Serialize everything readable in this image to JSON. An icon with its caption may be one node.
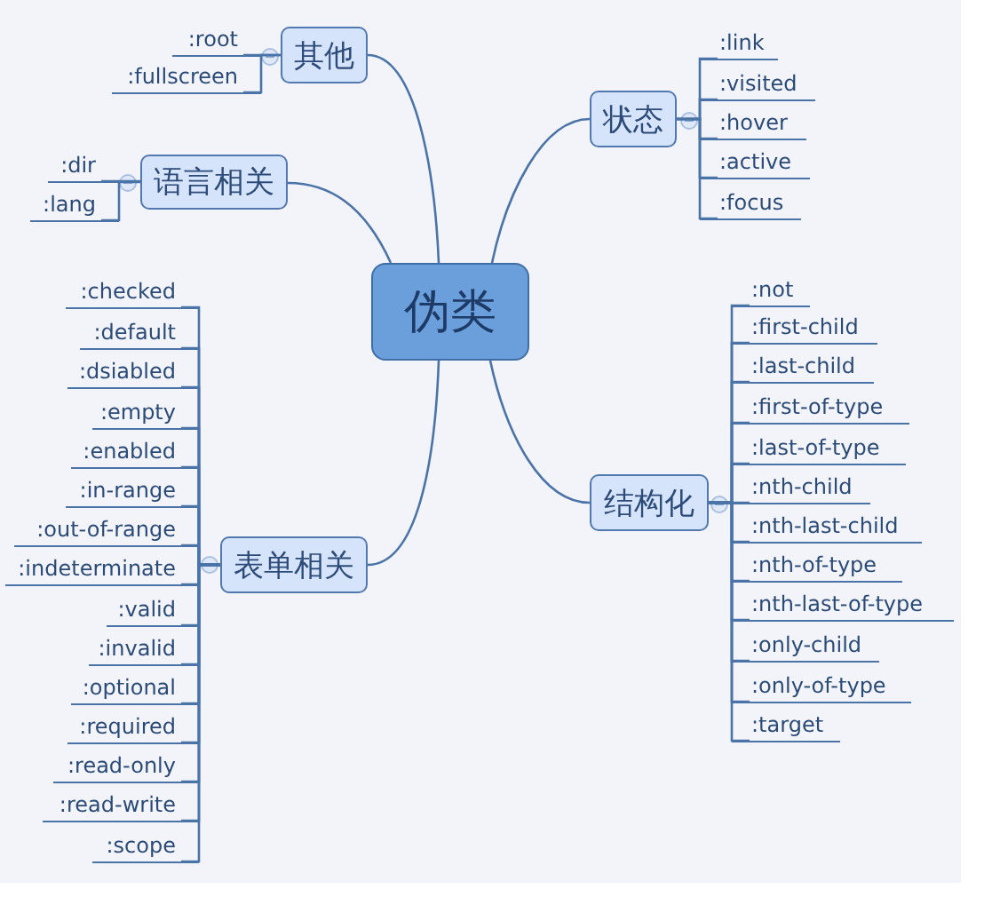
{
  "diagram": {
    "nodes": [
      {
        "text": [
          "伪类"
        ]
      },
      {
        "text": [
          "其他"
        ]
      },
      {
        "text": [
          ":root"
        ]
      },
      {
        "text": [
          ":fullscreen"
        ]
      },
      {
        "text": [
          "语言相关"
        ]
      },
      {
        "text": [
          ":dir"
        ]
      },
      {
        "text": [
          ":lang"
        ]
      },
      {
        "text": [
          "状态"
        ]
      },
      {
        "text": [
          ":link"
        ]
      },
      {
        "text": [
          ":visited"
        ]
      },
      {
        "text": [
          ":hover"
        ]
      },
      {
        "text": [
          ":active"
        ]
      },
      {
        "text": [
          ":focus"
        ]
      },
      {
        "text": [
          "表单相关"
        ]
      },
      {
        "text": [
          ":checked"
        ]
      },
      {
        "text": [
          ":default"
        ]
      },
      {
        "text": [
          ":dsiabled"
        ]
      },
      {
        "text": [
          ":empty"
        ]
      },
      {
        "text": [
          ":enabled"
        ]
      },
      {
        "text": [
          ":in-range"
        ]
      },
      {
        "text": [
          ":out-of-range"
        ]
      },
      {
        "text": [
          ":indeterminate"
        ]
      },
      {
        "text": [
          ":valid"
        ]
      },
      {
        "text": [
          ":invalid"
        ]
      },
      {
        "text": [
          ":optional"
        ]
      },
      {
        "text": [
          ":required"
        ]
      },
      {
        "text": [
          ":read-only"
        ]
      },
      {
        "text": [
          ":read-write"
        ]
      },
      {
        "text": [
          ":scope"
        ]
      },
      {
        "text": [
          "结构化"
        ]
      },
      {
        "text": [
          ":not"
        ]
      },
      {
        "text": [
          ":first-child"
        ]
      },
      {
        "text": [
          ":last-child"
        ]
      },
      {
        "text": [
          ":first-of-type"
        ]
      },
      {
        "text": [
          ":last-of-type"
        ]
      },
      {
        "text": [
          ":nth-child"
        ]
      },
      {
        "text": [
          ":nth-last-child"
        ]
      },
      {
        "text": [
          ":nth-of-type"
        ]
      },
      {
        "text": [
          ":nth-last-of-type"
        ]
      },
      {
        "text": [
          ":only-child"
        ]
      },
      {
        "text": [
          ":only-of-type"
        ]
      },
      {
        "text": [
          ":target"
        ]
      }
    ],
    "edges": [
      {
        "from": 0,
        "to": 1,
        "arrow": "none"
      },
      {
        "from": 1,
        "to": 2,
        "arrow": "none"
      },
      {
        "from": 1,
        "to": 3,
        "arrow": "none"
      },
      {
        "from": 0,
        "to": 4,
        "arrow": "none"
      },
      {
        "from": 4,
        "to": 5,
        "arrow": "none"
      },
      {
        "from": 4,
        "to": 6,
        "arrow": "none"
      },
      {
        "from": 0,
        "to": 7,
        "arrow": "none"
      },
      {
        "from": 7,
        "to": 8,
        "arrow": "none"
      },
      {
        "from": 7,
        "to": 9,
        "arrow": "none"
      },
      {
        "from": 7,
        "to": 10,
        "arrow": "none"
      },
      {
        "from": 7,
        "to": 11,
        "arrow": "none"
      },
      {
        "from": 7,
        "to": 12,
        "arrow": "none"
      },
      {
        "from": 0,
        "to": 13,
        "arrow": "none"
      },
      {
        "from": 13,
        "to": 14,
        "arrow": "none"
      },
      {
        "from": 13,
        "to": 15,
        "arrow": "none"
      },
      {
        "from": 13,
        "to": 16,
        "arrow": "none"
      },
      {
        "from": 13,
        "to": 17,
        "arrow": "none"
      },
      {
        "from": 13,
        "to": 18,
        "arrow": "none"
      },
      {
        "from": 13,
        "to": 19,
        "arrow": "none"
      },
      {
        "from": 13,
        "to": 20,
        "arrow": "none"
      },
      {
        "from": 13,
        "to": 21,
        "arrow": "none"
      },
      {
        "from": 13,
        "to": 22,
        "arrow": "none"
      },
      {
        "from": 13,
        "to": 23,
        "arrow": "none"
      },
      {
        "from": 13,
        "to": 24,
        "arrow": "none"
      },
      {
        "from": 13,
        "to": 25,
        "arrow": "none"
      },
      {
        "from": 13,
        "to": 26,
        "arrow": "none"
      },
      {
        "from": 13,
        "to": 27,
        "arrow": "none"
      },
      {
        "from": 13,
        "to": 28,
        "arrow": "none"
      },
      {
        "from": 0,
        "to": 29,
        "arrow": "none"
      },
      {
        "from": 29,
        "to": 30,
        "arrow": "none"
      },
      {
        "from": 29,
        "to": 31,
        "arrow": "none"
      },
      {
        "from": 29,
        "to": 32,
        "arrow": "none"
      },
      {
        "from": 29,
        "to": 33,
        "arrow": "none"
      },
      {
        "from": 29,
        "to": 34,
        "arrow": "none"
      },
      {
        "from": 29,
        "to": 35,
        "arrow": "none"
      },
      {
        "from": 29,
        "to": 36,
        "arrow": "none"
      },
      {
        "from": 29,
        "to": 37,
        "arrow": "none"
      },
      {
        "from": 29,
        "to": 38,
        "arrow": "none"
      },
      {
        "from": 29,
        "to": 39,
        "arrow": "none"
      },
      {
        "from": 29,
        "to": 40,
        "arrow": "none"
      },
      {
        "from": 29,
        "to": 41,
        "arrow": "none"
      }
    ]
  }
}
